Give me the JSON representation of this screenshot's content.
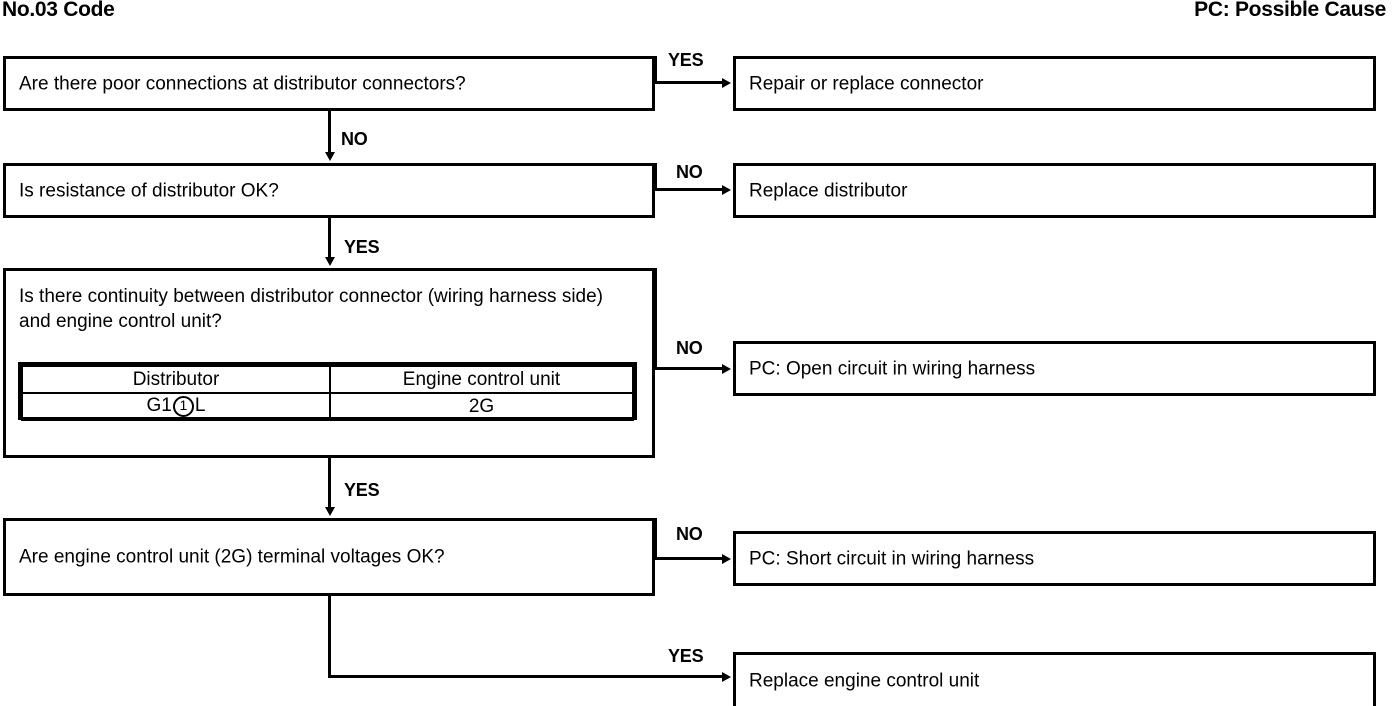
{
  "header": {
    "left_title": "No.03 Code",
    "right_note": "PC: Possible Cause"
  },
  "flowchart": {
    "type": "decision-flowchart",
    "decisions": [
      {
        "id": "d1",
        "text": "Are there poor connections at distributor connectors?",
        "yes_branch": "r1",
        "no_branch": "d2"
      },
      {
        "id": "d2",
        "text": "Is resistance of distributor OK?",
        "no_branch": "r2",
        "yes_branch": "d3"
      },
      {
        "id": "d3",
        "text": "Is there continuity between distributor connector (wiring harness side) and engine control unit?",
        "no_branch": "r3",
        "yes_branch": "d4",
        "table": {
          "headers": [
            "Distributor",
            "Engine control unit"
          ],
          "rows": [
            {
              "distributor_prefix": "G1",
              "distributor_circled": "1",
              "distributor_suffix": "L",
              "engine_control_unit": "2G"
            }
          ]
        }
      },
      {
        "id": "d4",
        "text": "Are engine control unit (2G) terminal voltages OK?",
        "no_branch": "r4",
        "yes_branch": "r5"
      }
    ],
    "results": [
      {
        "id": "r1",
        "text": "Repair or replace connector"
      },
      {
        "id": "r2",
        "text": "Replace distributor"
      },
      {
        "id": "r3",
        "text": "PC: Open circuit in wiring harness"
      },
      {
        "id": "r4",
        "text": "PC: Short circuit in wiring harness"
      },
      {
        "id": "r5",
        "text": "Replace engine control unit"
      }
    ],
    "branch_labels": {
      "yes_1": "YES",
      "no_1": "NO",
      "no_2": "NO",
      "yes_2": "YES",
      "no_3": "NO",
      "yes_3": "YES",
      "no_4": "NO",
      "yes_4": "YES"
    }
  }
}
